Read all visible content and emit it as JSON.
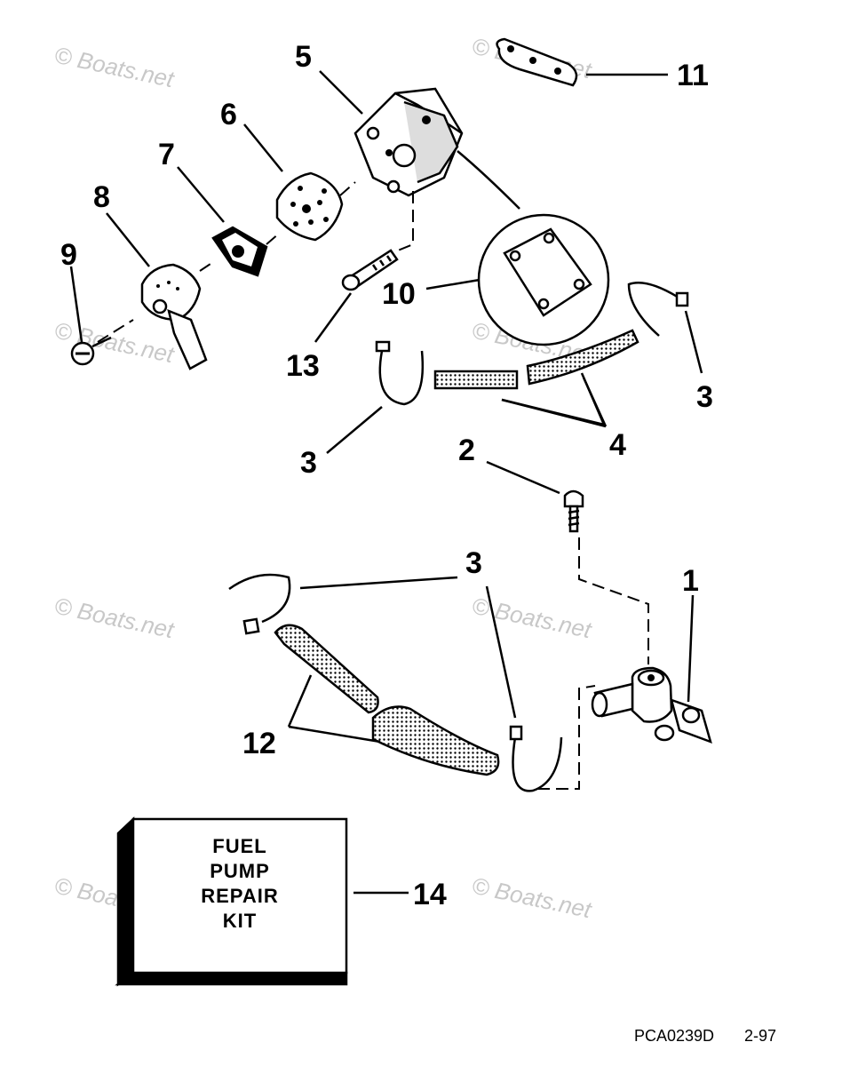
{
  "watermark": "© Boats.net",
  "callouts": {
    "c1": "1",
    "c2": "2",
    "c3a": "3",
    "c3b": "3",
    "c3c": "3",
    "c4": "4",
    "c5": "5",
    "c6": "6",
    "c7": "7",
    "c8": "8",
    "c9": "9",
    "c10": "10",
    "c11": "11",
    "c12": "12",
    "c13": "13",
    "c14": "14"
  },
  "kit": {
    "line1": "FUEL",
    "line2": "PUMP",
    "line3": "REPAIR",
    "line4": "KIT"
  },
  "footer": {
    "code": "PCA0239D",
    "date": "2-97"
  }
}
